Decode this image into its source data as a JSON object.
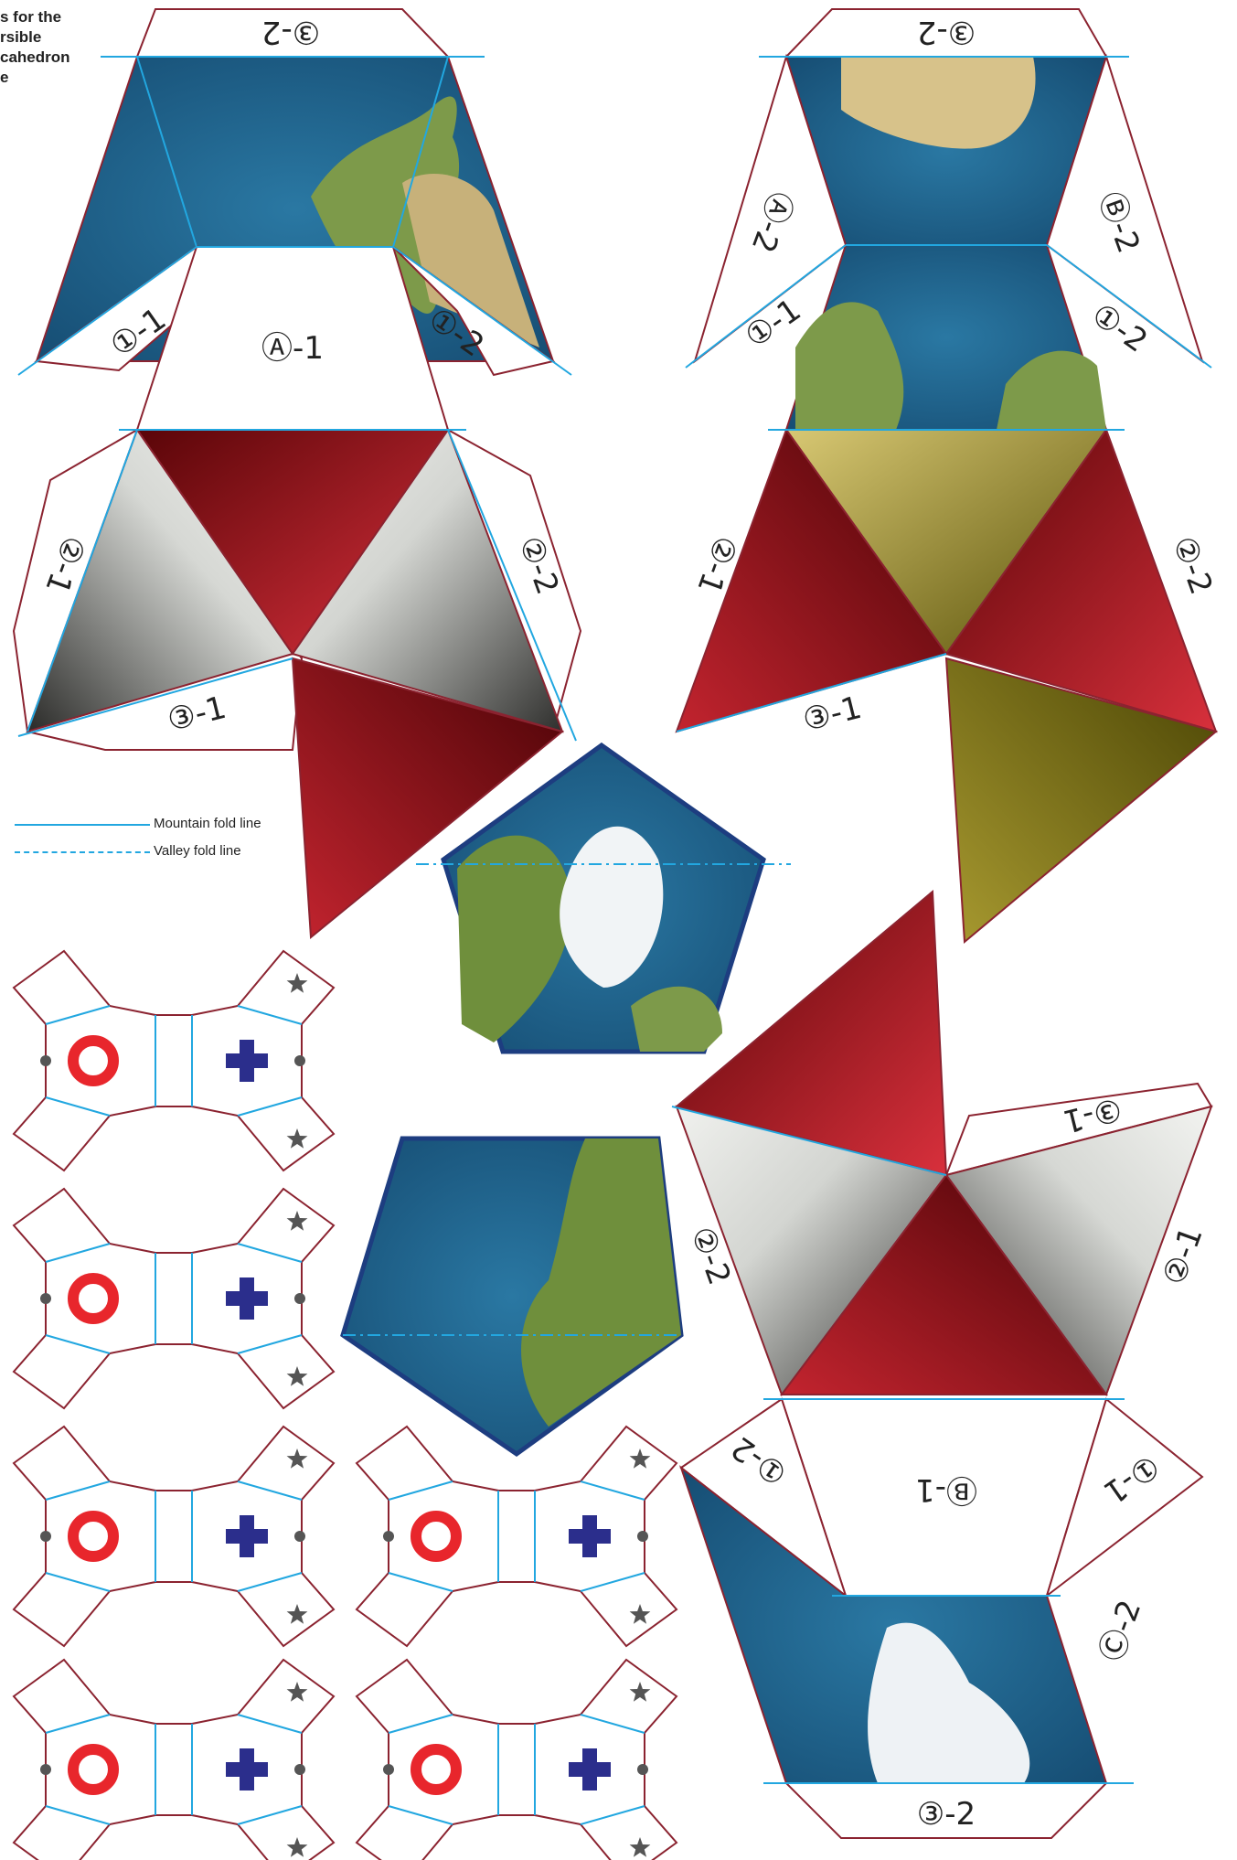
{
  "sheet": {
    "title_lines": [
      "s for the",
      "rsible",
      "cahedron",
      "e"
    ],
    "legend": {
      "mountain_label": "Mountain fold line",
      "valley_label": "Valley fold line"
    }
  },
  "colors": {
    "cut_line": "#8b2330",
    "fold_line": "#22a7e0",
    "ocean": "#1f5e86",
    "land": "#6f8f3c",
    "ice": "#eef2f5",
    "red_face": "#b3202c",
    "gray_face": "#c9cbc7",
    "gold_face": "#b5a447",
    "circle_mark": "#e8262c",
    "plus_mark": "#2b2e8c"
  },
  "panels": {
    "top_left": {
      "top_tab": "③-2",
      "left_tab": "①-1",
      "center_tab": "Ⓐ-1",
      "right_tab": "①-2",
      "lower_left_tab": "②-1",
      "lower_right_tab": "②-2",
      "bottom_tab": "③-1"
    },
    "top_right": {
      "top_tab": "③-2",
      "left_tab": "Ⓐ-2",
      "right_tab": "Ⓑ-2",
      "left_lower_tab": "①-1",
      "right_lower_tab": "①-2",
      "lower_left_tab": "②-1",
      "lower_right_tab": "②-2",
      "bottom_tab": "③-1"
    },
    "bottom_right": {
      "top_tab": "③-1",
      "left_tab": "②-2",
      "right_tab": "②-1",
      "center_tab": "Ⓑ-1",
      "left_lower_tab": "①-2",
      "right_lower_tab": "①-1",
      "side_tab": "Ⓒ-2",
      "bottom_tab": "③-2"
    }
  },
  "connectors": {
    "marks": [
      "circle",
      "plus",
      "star",
      "dot"
    ],
    "count": 6
  }
}
